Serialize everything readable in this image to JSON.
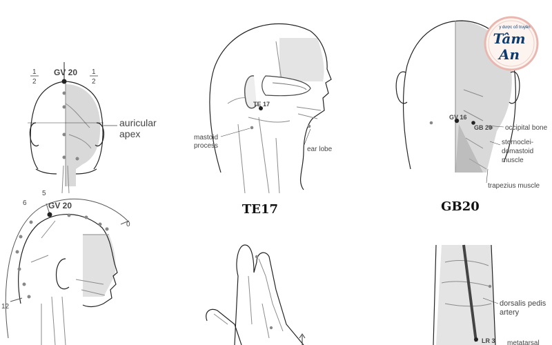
{
  "panel_head_top": {
    "gv20": "GV 20",
    "half_left_num": "1",
    "half_left_den": "2",
    "half_right_num": "1",
    "half_right_den": "2",
    "auricular_1": "auricular",
    "auricular_2": "apex"
  },
  "panel_head_side": {
    "gv20": "GV 20",
    "num_5": "5",
    "num_6": "6",
    "num_0": "0",
    "num_12": "12"
  },
  "panel_te17": {
    "point": "TE 17",
    "mastoid_1": "mastoid",
    "mastoid_2": "process",
    "ear_lobe": "ear lobe",
    "caption": "TE17"
  },
  "panel_gb20": {
    "gv16": "GV 16",
    "gb20": "GB 20",
    "occipital": "occipital bone",
    "scm_1": "sternoclei-",
    "scm_2": "domastoid",
    "scm_3": "muscle",
    "trapezius": "trapezius muscle",
    "caption": "GB20"
  },
  "panel_foot": {
    "dorsalis_1": "dorsalis pedis",
    "dorsalis_2": "artery",
    "lr3": "LR 3",
    "metatarsal": "metatarsal"
  },
  "logo": {
    "line1": "Tâm",
    "line2": "An",
    "small": "y dược cổ truyền"
  },
  "colors": {
    "logo_ring": "#e9b7b0",
    "logo_text": "#0d3b6e",
    "shade": "#d9d9d9"
  }
}
